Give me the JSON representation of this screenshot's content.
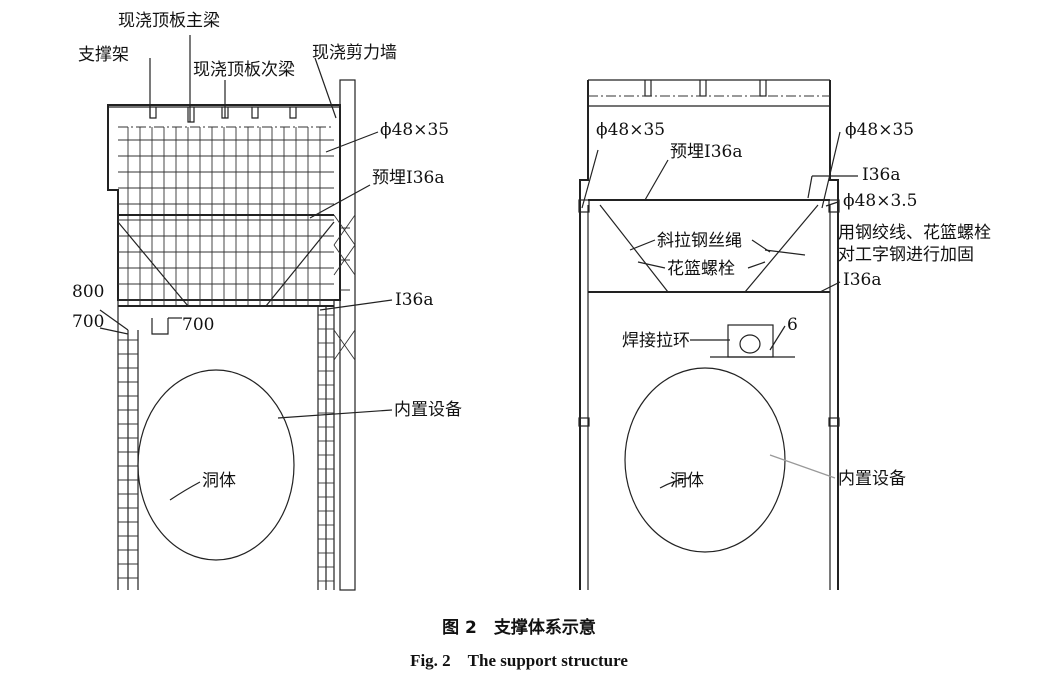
{
  "left_diagram": {
    "labels": {
      "main_beam": "现浇顶板主梁",
      "support_frame": "支撑架",
      "secondary_beam": "现浇顶板次梁",
      "shear_wall": "现浇剪力墙",
      "pipe_spec": "ϕ48×35",
      "embedded_beam": "预埋I36a",
      "dim_800": "800",
      "dim_700_left": "700",
      "dim_700_right": "700",
      "beam_i36a": "I36a",
      "equipment": "内置设备",
      "cavity": "洞体"
    }
  },
  "right_diagram": {
    "labels": {
      "pipe_spec_left": "ϕ48×35",
      "pipe_spec_right": "ϕ48×35",
      "embedded_beam": "预埋I36a",
      "top_beam": "I36a",
      "pipe_spec_lower": "ϕ48×3.5",
      "cable_note_line1": "用钢绞线、花篮螺栓",
      "cable_note_line2": "对工字钢进行加固",
      "diagonal_cable": "斜拉钢丝绳",
      "turnbuckle": "花篮螺栓",
      "bottom_beam": "I36a",
      "weld_ring": "焊接拉环",
      "dim_6": "6",
      "cavity": "洞体",
      "equipment": "内置设备"
    }
  },
  "caption": {
    "cn": "图 2　支撑体系示意",
    "en": "Fig. 2　The support structure"
  }
}
